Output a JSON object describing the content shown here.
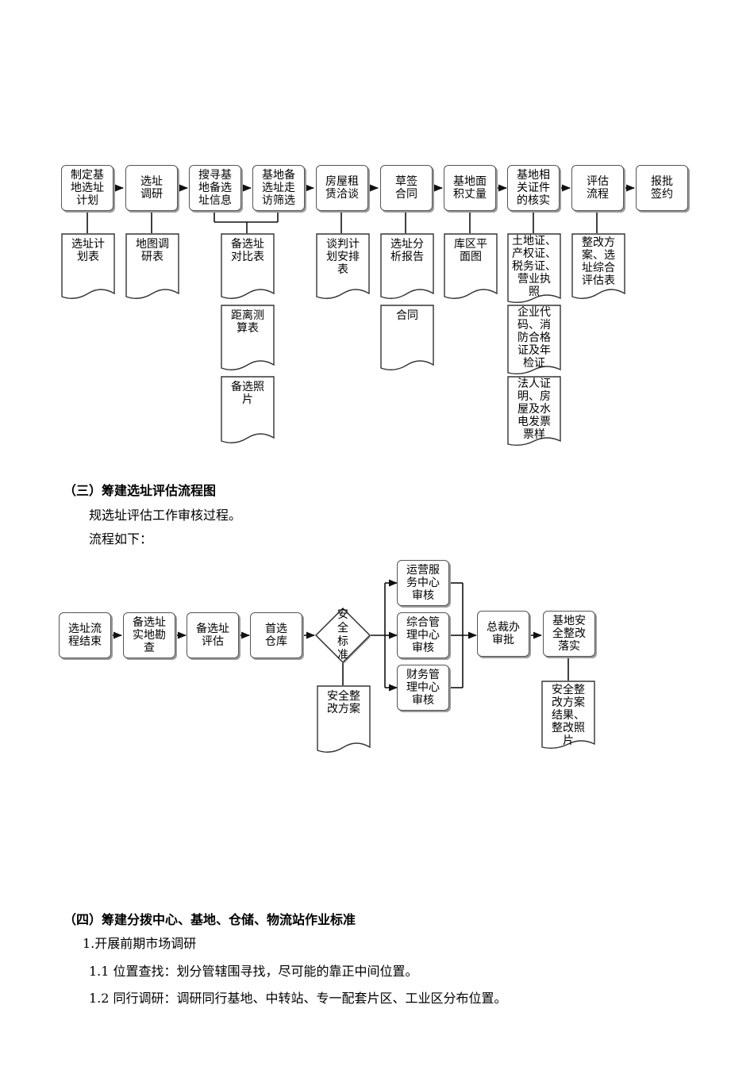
{
  "flow1": {
    "steps": [
      "制定基\n地选址\n计划",
      "选址\n调研",
      "搜寻基\n地备选\n址信息",
      "基地备\n选址走\n访筛选",
      "房屋租\n赁洽谈",
      "草签\n合同",
      "基地面\n积丈量",
      "基地相\n关证件\n的核实",
      "评估\n流程",
      "报批\n签约"
    ],
    "docs": {
      "d1": "选址计\n划表",
      "d2": "地图调\n研表",
      "d3": "备选址\n对比表",
      "d4": "距离测\n算表",
      "d5": "备选照\n片",
      "d6": "谈判计\n划安排\n表",
      "d7": "选址分\n析报告",
      "d8": "合同",
      "d9": "库区平\n面图",
      "d10": "土地证、\n产权证、\n税务证、\n营业执\n照",
      "d11": "企业代\n码、消\n防合格\n证及年\n检证",
      "d12": "法人证\n明、房\n屋及水\n电发票\n票样",
      "d13": "整改方\n案、选\n址综合\n评估表"
    }
  },
  "section3": {
    "heading": "（三）筹建选址评估流程图",
    "line1": "规选址评估工作审核过程。",
    "line2": "流程如下："
  },
  "flow2": {
    "s1": "选址流\n程结束",
    "s2": "备选址\n实地勘\n查",
    "s3": "备选址\n评估",
    "s4": "首选\n仓库",
    "decision": "安\n全\n标\n准",
    "r1": "运营服\n务中心\n审核",
    "r2": "综合管\n理中心\n审核",
    "r3": "财务管\n理中心\n审核",
    "s5": "总裁办\n审批",
    "s6": "基地安\n全整改\n落实",
    "doc1": "安全整\n改方案",
    "doc2": "安全整\n改方案\n结果、\n整改照\n片"
  },
  "section4": {
    "heading": "（四）筹建分拨中心、基地、仓储、物流站作业标准",
    "item1": "1.开展前期市场调研",
    "item1_1": "1.1  位置查找：划分管辖围寻找，尽可能的靠正中间位置。",
    "item1_2": "1.2  同行调研：调研同行基地、中转站、专一配套片区、工业区分布位置。"
  }
}
